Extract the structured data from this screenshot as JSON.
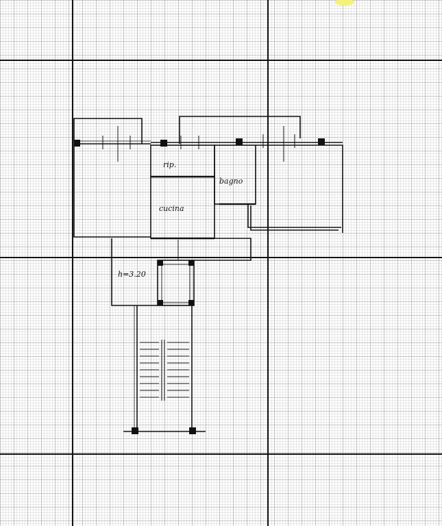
{
  "sheet": {
    "paper_color": "#ffffff",
    "grid_color": "#1a1a1a",
    "ink_color": "#111111",
    "highlight_color": "#f4f27a"
  },
  "plan": {
    "rooms": [
      {
        "id": "rip",
        "label": "rip."
      },
      {
        "id": "bagno",
        "label": "bagno"
      },
      {
        "id": "cucina",
        "label": "cucina"
      }
    ],
    "height_note": "h=3.20"
  }
}
